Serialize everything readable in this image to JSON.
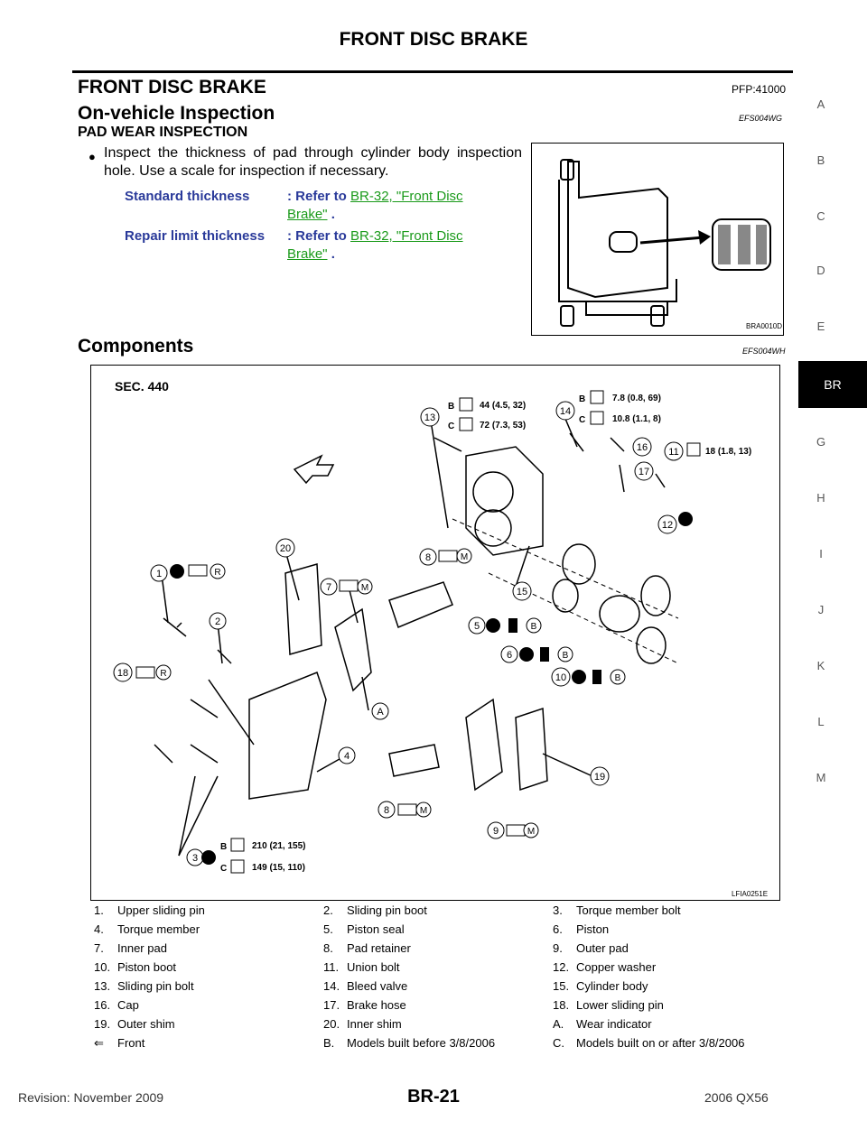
{
  "header": {
    "title": "FRONT DISC BRAKE"
  },
  "section": {
    "title": "FRONT DISC BRAKE",
    "code": "PFP:41000"
  },
  "inspection": {
    "title": "On-vehicle Inspection",
    "code": "EFS004WG",
    "subtitle": "PAD WEAR INSPECTION",
    "bullet": "Inspect the thickness of pad through cylinder body inspection hole. Use a scale for inspection if necessary.",
    "standard_label": "Standard thickness",
    "standard_prefix": ": Refer to",
    "standard_link": "BR-32, \"Front Disc Brake\"",
    "standard_suffix": ".",
    "repair_label": "Repair limit thickness",
    "repair_prefix": ": Refer to",
    "repair_link": "BR-32, \"Front Disc Brake\"",
    "repair_suffix": ".",
    "figure_id": "BRA0010D"
  },
  "components": {
    "title": "Components",
    "code": "EFS004WH",
    "sec_label": "SEC. 440",
    "figure_id": "LFIA0251E",
    "torques": {
      "t13_b": "44 (4.5, 32)",
      "t13_c": "72 (7.3, 53)",
      "t14_b": "7.8 (0.8, 69)",
      "t14_c": "10.8 (1.1, 8)",
      "t11": "18 (1.8, 13)",
      "t3_b": "210 (21, 155)",
      "t3_c": "149 (15, 110)"
    },
    "letters": {
      "b": "B",
      "c": "C",
      "a": "A",
      "r": "R",
      "m": "M"
    },
    "callouts": [
      "1",
      "2",
      "3",
      "4",
      "5",
      "6",
      "7",
      "8",
      "9",
      "10",
      "11",
      "12",
      "13",
      "14",
      "15",
      "16",
      "17",
      "18",
      "19",
      "20"
    ]
  },
  "legend": [
    [
      "1.",
      "Upper sliding pin",
      "2.",
      "Sliding pin boot",
      "3.",
      "Torque member bolt"
    ],
    [
      "4.",
      "Torque member",
      "5.",
      "Piston seal",
      "6.",
      "Piston"
    ],
    [
      "7.",
      "Inner pad",
      "8.",
      "Pad retainer",
      "9.",
      "Outer pad"
    ],
    [
      "10.",
      "Piston boot",
      "11.",
      "Union bolt",
      "12.",
      "Copper washer"
    ],
    [
      "13.",
      "Sliding pin bolt",
      "14.",
      "Bleed valve",
      "15.",
      "Cylinder body"
    ],
    [
      "16.",
      "Cap",
      "17.",
      "Brake hose",
      "18.",
      "Lower sliding pin"
    ],
    [
      "19.",
      "Outer shim",
      "20.",
      "Inner shim",
      "A.",
      "Wear indicator"
    ],
    [
      "⇐",
      "Front",
      "B.",
      "Models built before 3/8/2006",
      "C.",
      "Models built on or after 3/8/2006"
    ]
  ],
  "side_tabs": [
    "A",
    "B",
    "C",
    "D",
    "E",
    "G",
    "H",
    "I",
    "J",
    "K",
    "L",
    "M"
  ],
  "active_tab": "BR",
  "footer": {
    "revision": "Revision: November 2009",
    "page": "BR-21",
    "model": "2006 QX56"
  }
}
